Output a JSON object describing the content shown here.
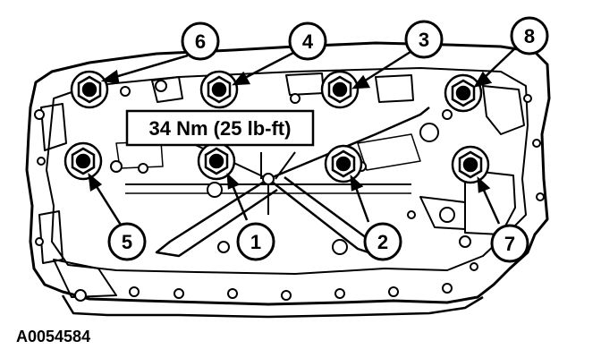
{
  "torque_spec": "34 Nm (25 lb-ft)",
  "figure_id": "A0054584",
  "bolts": [
    {
      "label": "1"
    },
    {
      "label": "2"
    },
    {
      "label": "3"
    },
    {
      "label": "4"
    },
    {
      "label": "5"
    },
    {
      "label": "6"
    },
    {
      "label": "7"
    },
    {
      "label": "8"
    }
  ],
  "colors": {
    "line": "#000000",
    "background": "#ffffff"
  }
}
